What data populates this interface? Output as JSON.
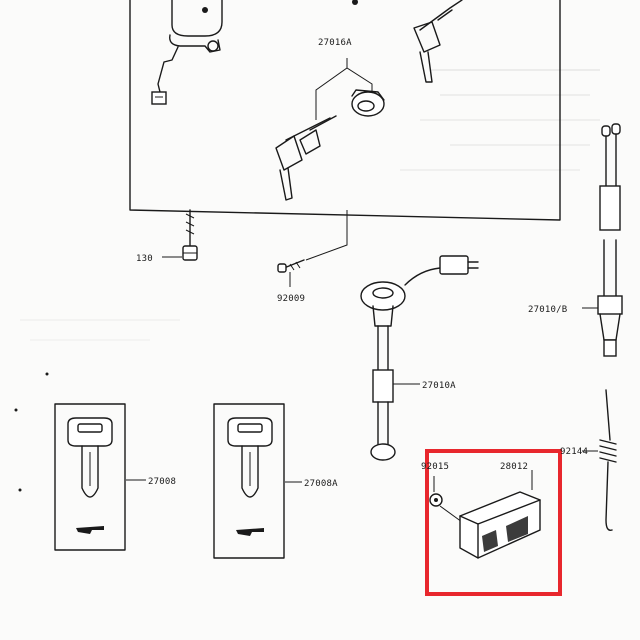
{
  "diagram": {
    "labels": {
      "p27016a": "27016A",
      "p130": "130",
      "p92009": "92009",
      "p27010b": "27010/B",
      "p27010a": "27010A",
      "p27008": "27008",
      "p27008a": "27008A",
      "p92015": "92015",
      "p28012": "28012",
      "p92144": "92144"
    },
    "colors": {
      "ink": "#1a1a1a",
      "paper": "#fbfbfa",
      "highlight": "#e8272d"
    }
  }
}
